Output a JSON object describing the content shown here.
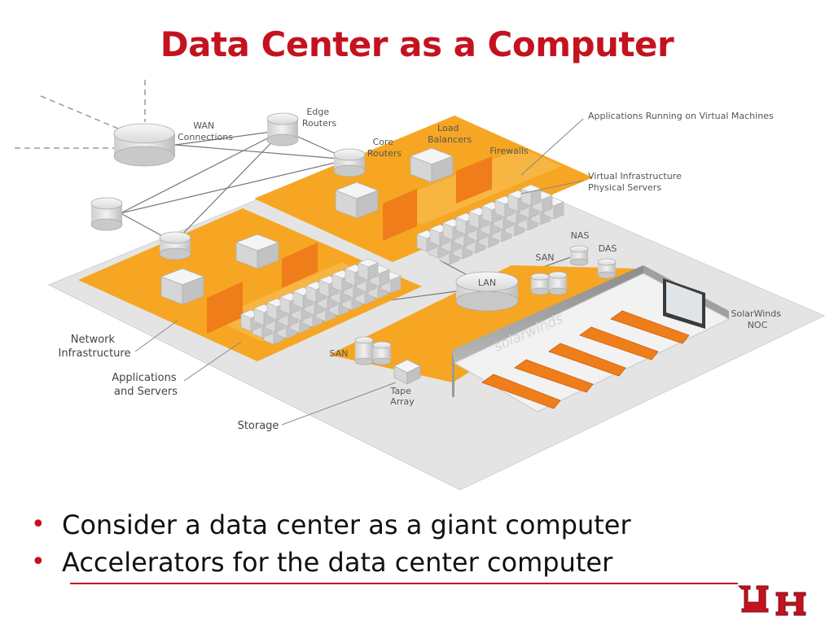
{
  "slide": {
    "title": "Data Center as a Computer",
    "bullets": [
      "Consider a data center as a giant computer",
      "Accelerators for the data center computer"
    ]
  },
  "diagram": {
    "labels": {
      "wan": [
        "WAN",
        "Connections"
      ],
      "edge_routers": [
        "Edge",
        "Routers"
      ],
      "core_routers": [
        "Core",
        "Routers"
      ],
      "load_balancers": [
        "Load",
        "Balancers"
      ],
      "firewalls": "Firewalls",
      "apps_vm": "Applications Running on Virtual Machines",
      "virtual_infra": "Virtual Infrastructure",
      "physical_servers": "Physical Servers",
      "nas": "NAS",
      "das": "DAS",
      "san_top": "SAN",
      "lan": "LAN",
      "san_left": "SAN",
      "tape_array": [
        "Tape",
        "Array"
      ],
      "solarwinds_noc": [
        "SolarWinds",
        "NOC"
      ],
      "network_infrastructure": [
        "Network",
        "Infrastructure"
      ],
      "apps_servers": [
        "Applications",
        "and Servers"
      ],
      "storage": "Storage",
      "solarwinds_brand": "solarwinds"
    }
  },
  "colors": {
    "accent_red": "#c4121f",
    "zone_orange": "#f6a623",
    "firewall_orange": "#ef7d1a",
    "platform_gray": "#e4e4e4"
  },
  "icons": [
    "database-cylinder-icon",
    "router-cube-icon",
    "firewall-panel-icon",
    "server-rack-icon",
    "noc-seat-icon",
    "uh-logo"
  ]
}
